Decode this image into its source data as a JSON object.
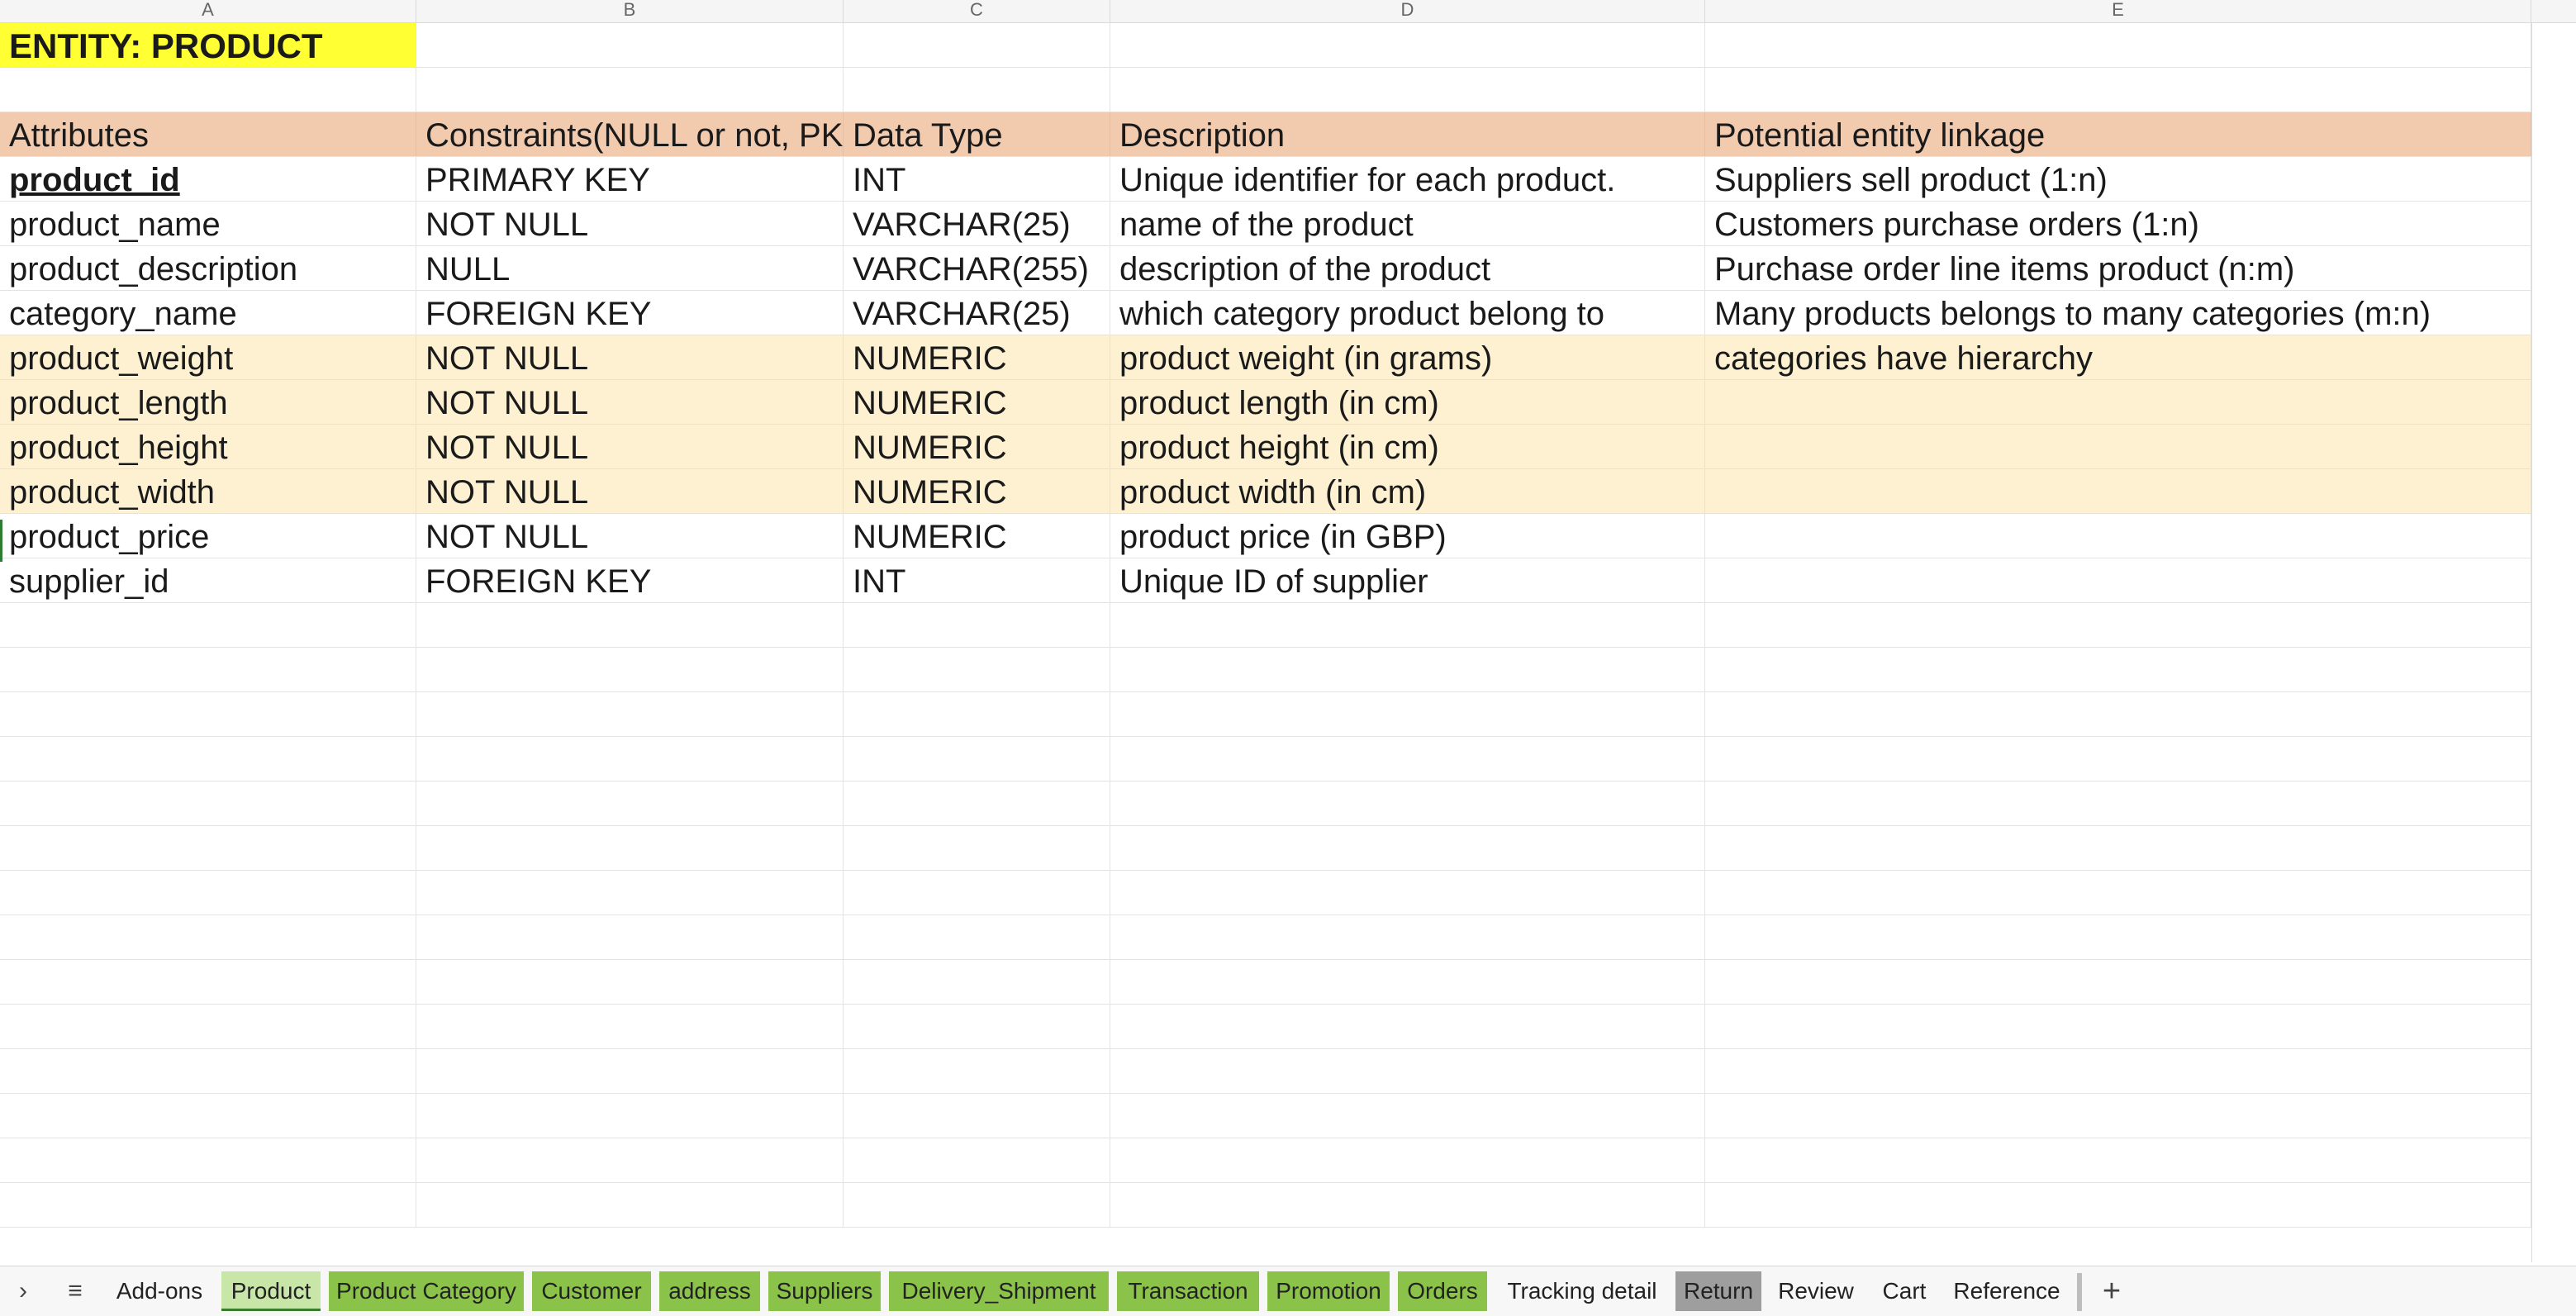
{
  "columns": [
    "A",
    "B",
    "C",
    "D",
    "E"
  ],
  "title": "ENTITY: PRODUCT",
  "header": [
    "Attributes",
    "Constraints(NULL or not, PK, FK)",
    "Data Type",
    "Description",
    "Potential entity linkage"
  ],
  "rows": [
    [
      "product_id",
      "PRIMARY KEY",
      "INT",
      "Unique identifier for each product.",
      "Suppliers sell product (1:n)"
    ],
    [
      "product_name",
      "NOT NULL",
      "VARCHAR(25)",
      "name of the product",
      "Customers purchase orders (1:n)"
    ],
    [
      "product_description",
      "NULL",
      "VARCHAR(255)",
      "description of the product",
      "Purchase order line items product (n:m)"
    ],
    [
      "category_name",
      "FOREIGN KEY",
      "VARCHAR(25)",
      "which category product belong to",
      "Many products belongs to many categories (m:n)"
    ],
    [
      "product_weight",
      "NOT NULL",
      "NUMERIC",
      "product weight (in grams)",
      "categories have hierarchy"
    ],
    [
      "product_length",
      "NOT NULL",
      "NUMERIC",
      "product length (in cm)",
      ""
    ],
    [
      "product_height",
      "NOT NULL",
      "NUMERIC",
      "product height (in cm)",
      ""
    ],
    [
      "product_width",
      "NOT NULL",
      "NUMERIC",
      "product width (in cm)",
      ""
    ],
    [
      "product_price",
      "NOT NULL",
      "NUMERIC",
      "product price (in GBP)",
      ""
    ],
    [
      "supplier_id",
      "FOREIGN KEY",
      "INT",
      "Unique ID of supplier",
      ""
    ]
  ],
  "tabbar": {
    "expand_glyph": "›",
    "menu_glyph": "≡",
    "add_glyph": "+",
    "tabs": [
      "Add-ons",
      "Product",
      "Product Category",
      "Customer",
      "address",
      "Suppliers",
      "Delivery_Shipment",
      "Transaction",
      "Promotion",
      "Orders",
      "Tracking detail",
      "Return",
      "Review",
      "Cart",
      "Reference"
    ],
    "active_tab": "Product"
  },
  "colors": {
    "title_fill": "#ffff33",
    "header_fill": "#f2cbae",
    "highlight_fill": "#fdf1d1",
    "tab_green": "#8bc34a",
    "tab_gray": "#9e9e9e"
  }
}
